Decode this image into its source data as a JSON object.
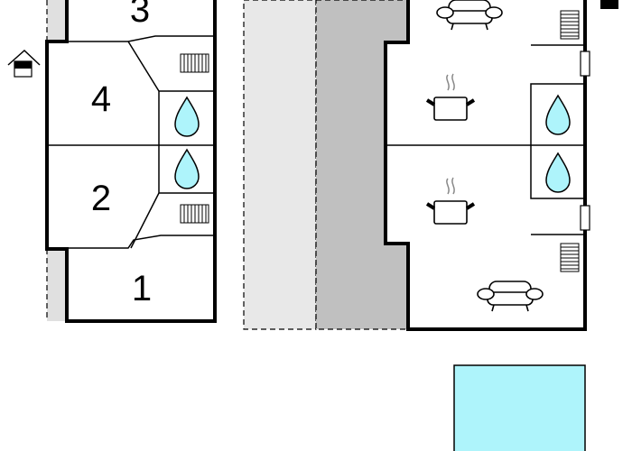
{
  "rooms": {
    "room_3": "3",
    "room_4": "4",
    "room_2": "2",
    "room_1": "1"
  },
  "icons": [
    "house-entrance-icon",
    "radiator-icon",
    "water-drop-icon",
    "sofa-icon",
    "cooking-pot-icon",
    "window-icon",
    "pool"
  ],
  "colors": {
    "water": "#aef4fb",
    "terrace_light": "#e8e8e8",
    "terrace_dark": "#c0c0c0",
    "wall": "#000000"
  }
}
